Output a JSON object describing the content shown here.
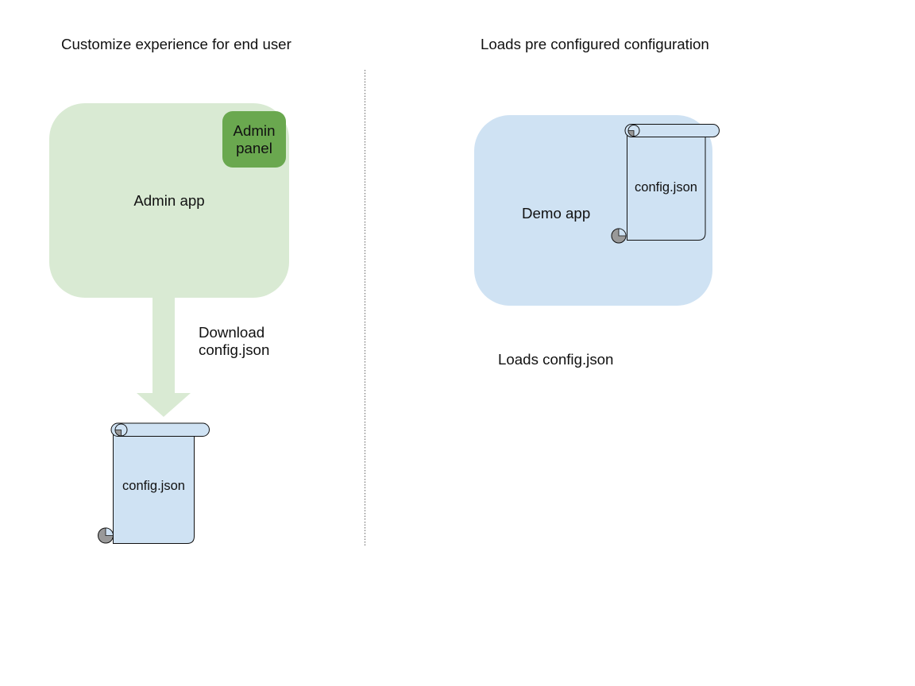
{
  "left_section": {
    "title": "Customize experience for end user",
    "admin_app": {
      "label": "Admin app",
      "fill": "#d9ead3"
    },
    "admin_panel": {
      "label": "Admin panel",
      "fill": "#6aa84f"
    },
    "arrow_label": "Download config.json",
    "config_file": {
      "label": "config.json",
      "fill": "#cfe2f3"
    }
  },
  "right_section": {
    "title": "Loads pre configured configuration",
    "demo_app": {
      "label": "Demo app",
      "fill": "#cfe2f3"
    },
    "config_file": {
      "label": "config.json",
      "fill": "#cfe2f3"
    },
    "caption": "Loads config.json"
  },
  "divider": {
    "style": "dotted",
    "color": "#666666"
  },
  "colors": {
    "background": "#ffffff",
    "app_green_light": "#d9ead3",
    "panel_green": "#6aa84f",
    "app_blue_light": "#cfe2f3",
    "scroll_curl_gray": "#999999",
    "outline": "#111111",
    "text": "#111111"
  }
}
